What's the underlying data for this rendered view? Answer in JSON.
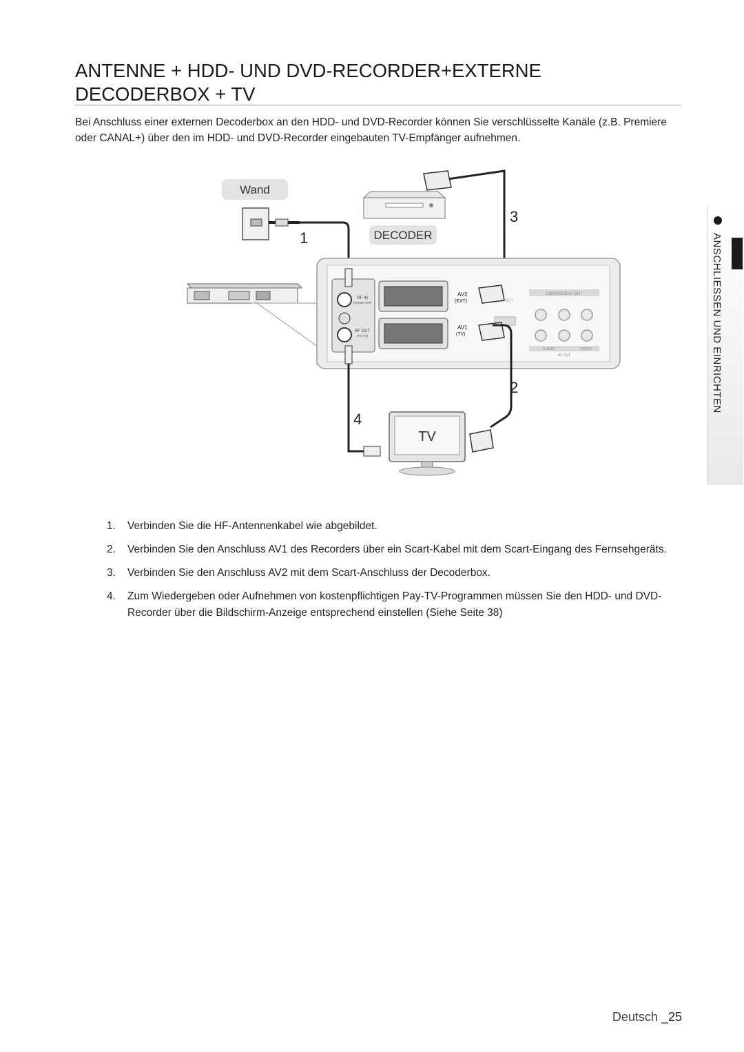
{
  "section_tab": {
    "label": "ANSCHLIESSEN UND EINRICHTEN"
  },
  "page": {
    "title": "ANTENNE + HDD- UND DVD-RECORDER+EXTERNE DECODERBOX + TV",
    "intro": "Bei Anschluss einer externen Decoderbox an den HDD- und DVD-Recorder können Sie verschlüsselte Kanäle (z.B. Premiere oder CANAL+) über den im HDD- und DVD-Recorder eingebauten TV-Empfänger aufnehmen."
  },
  "diagram": {
    "wall_label": "Wand",
    "decoder_label": "DECODER",
    "tv_label": "TV",
    "callouts": [
      "1",
      "2",
      "3",
      "4"
    ],
    "panel": {
      "rf_in": "RF IN",
      "rf_in_sub": "(FROM ANT)",
      "rf_out": "RF OUT",
      "rf_out_sub": "(TO TV)",
      "av2": "AV2",
      "av2_sub": "(EXT)",
      "av1": "AV1",
      "av1_sub": "(TV)",
      "hdmi": "HDMI OUT",
      "component": "COMPONENT OUT",
      "audio": "AUDIO",
      "video": "VIDEO",
      "av_out": "AV OUT"
    }
  },
  "steps": [
    {
      "num": "1.",
      "text": "Verbinden Sie die HF-Antennenkabel wie abgebildet."
    },
    {
      "num": "2.",
      "text": "Verbinden Sie den Anschluss AV1 des Recorders über ein Scart-Kabel mit dem Scart-Eingang des Fernsehgeräts."
    },
    {
      "num": "3.",
      "text": "Verbinden Sie den Anschluss AV2 mit dem Scart-Anschluss der Decoderbox."
    },
    {
      "num": "4.",
      "text": "Zum Wiedergeben oder Aufnehmen von kostenpflichtigen Pay-TV-Programmen müssen Sie den HDD- und DVD-Recorder über die Bildschirm-Anzeige entsprechend einstellen (Siehe Seite 38)"
    }
  ],
  "footer": {
    "language": "Deutsch",
    "page_number": "_25"
  }
}
